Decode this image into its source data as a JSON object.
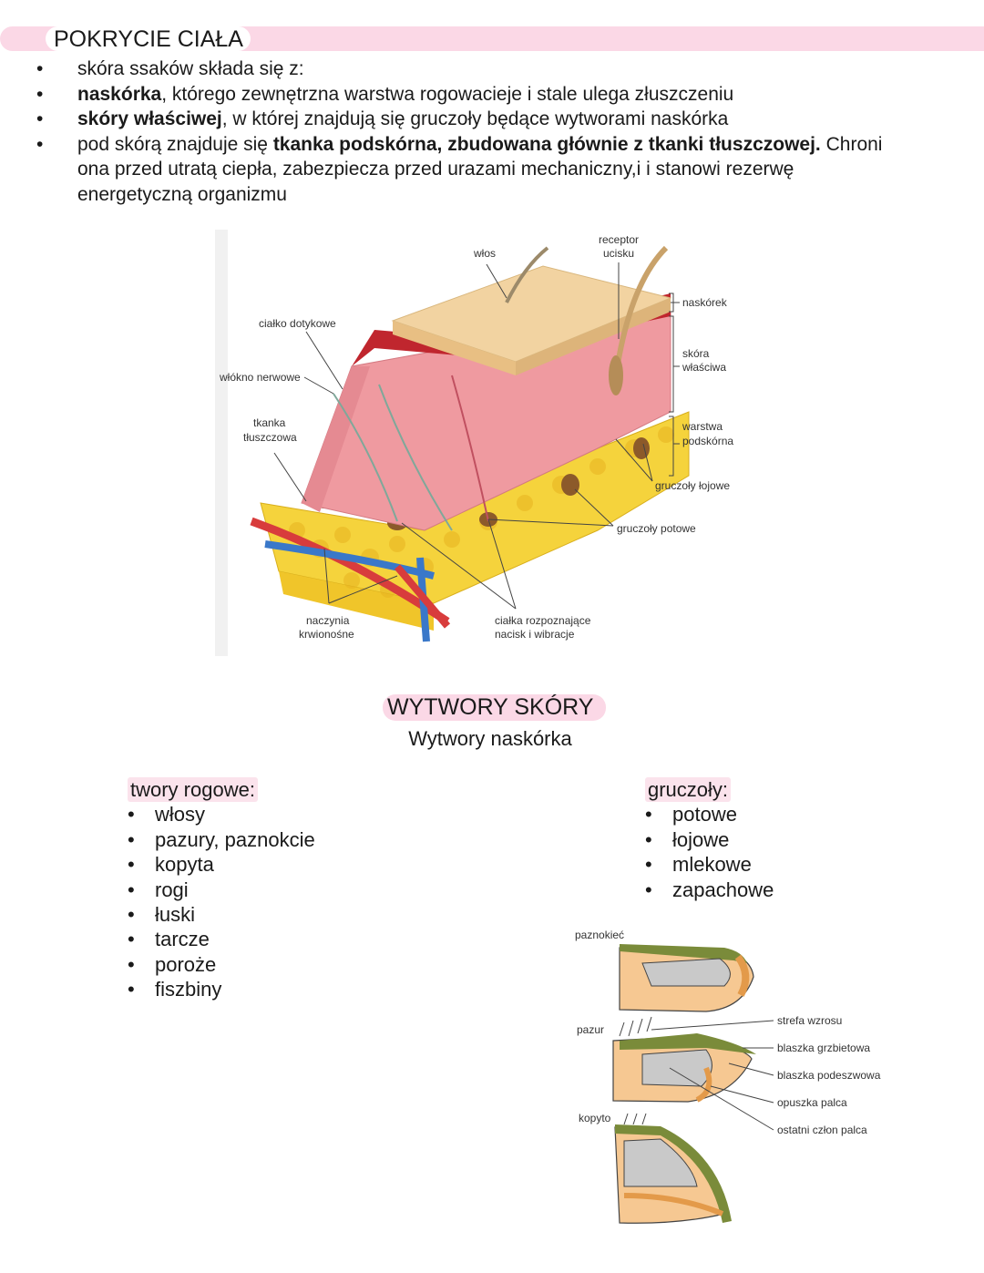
{
  "section1": {
    "title": "POKRYCIE CIAŁA",
    "bullets": [
      {
        "text_a": "skóra ssaków składa się z:"
      },
      {
        "bold": "naskórka",
        "text": ", którego zewnętrzna warstwa rogowacieje i stale ulega złuszczeniu"
      },
      {
        "bold": "skóry właściwej",
        "text": ", w której znajdują się gruczoły będące wytworami naskórka"
      },
      {
        "text_a": "pod skórą znajduje się ",
        "bold": "tkanka podskórna, zbudowana głównie z tkanki tłuszczowej.",
        "text": " Chroni ona przed utratą ciepła, zabezpiecza przed urazami mechaniczny,i i stanowi rezerwę energetyczną organizmu"
      }
    ]
  },
  "skin_diagram": {
    "labels": {
      "hair": "włos",
      "pressure_receptor_1": "receptor",
      "pressure_receptor_2": "ucisku",
      "epidermis": "naskórek",
      "dermis_1": "skóra",
      "dermis_2": "właściwa",
      "subcutaneous_1": "warstwa",
      "subcutaneous_2": "podskórna",
      "sebaceous": "gruczoły łojowe",
      "sweat": "gruczoły potowe",
      "touch_corpuscle": "ciałko dotykowe",
      "nerve_fiber": "włókno nerwowe",
      "fat_1": "tkanka",
      "fat_2": "tłuszczowa",
      "vessels_1": "naczynia",
      "vessels_2": "krwionośne",
      "pacinian_1": "ciałka rozpoznające",
      "pacinian_2": "nacisk i wibracje"
    }
  },
  "section2": {
    "title": "WYTWORY SKÓRY",
    "subtitle": "Wytwory naskórka",
    "horn": {
      "heading": "twory rogowe:",
      "items": [
        "włosy",
        "pazury, paznokcie",
        "kopyta",
        "rogi",
        "łuski",
        "tarcze",
        "poroże",
        "fiszbiny"
      ]
    },
    "glands": {
      "heading": "gruczoły:",
      "items": [
        "potowe",
        "łojowe",
        "mlekowe",
        "zapachowe"
      ]
    }
  },
  "nail_diagram": {
    "labels": {
      "nail": "paznokieć",
      "claw": "pazur",
      "hoof": "kopyto",
      "growth": "strefa wzrosu",
      "dorsal": "blaszka grzbietowa",
      "ventral": "blaszka podeszwowa",
      "pad": "opuszka palca",
      "phalanx": "ostatni człon palca"
    }
  }
}
